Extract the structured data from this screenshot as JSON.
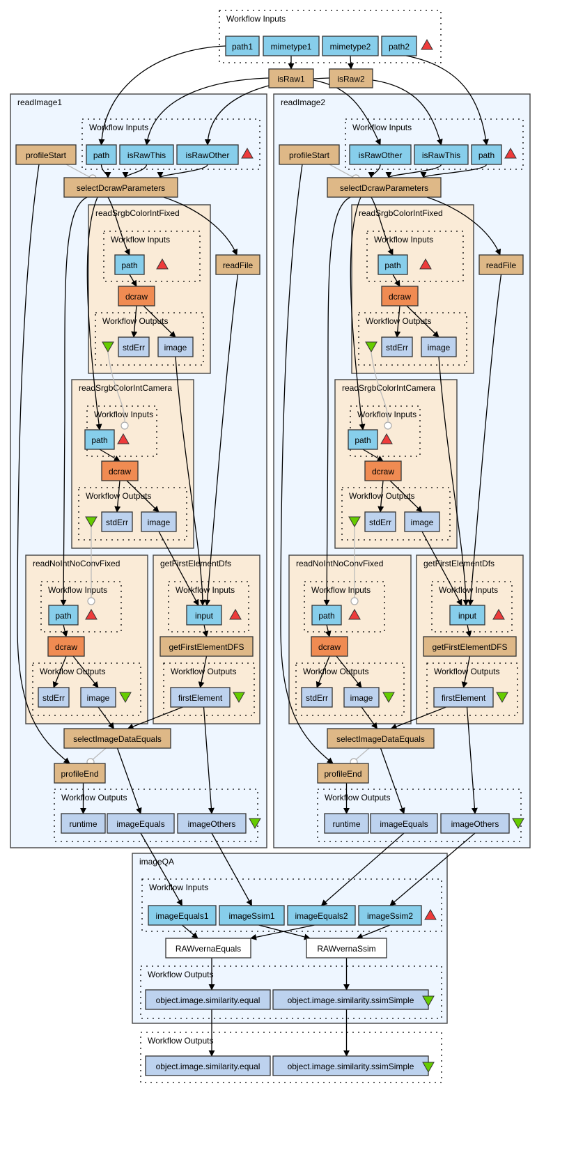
{
  "diagram": {
    "top_inputs": {
      "title": "Workflow Inputs",
      "nodes": [
        "path1",
        "mimetype1",
        "mimetype2",
        "path2"
      ]
    },
    "top_steps": [
      "isRaw1",
      "isRaw2"
    ],
    "readImage1": {
      "title": "readImage1",
      "inputs_title": "Workflow Inputs",
      "inputs": [
        "path",
        "isRawThis",
        "isRawOther"
      ],
      "profileStart": "profileStart",
      "selectDcrawParameters": "selectDcrawParameters",
      "readFile": "readFile",
      "readSrgbColorIntFixed": {
        "title": "readSrgbColorIntFixed",
        "inputs_title": "Workflow Inputs",
        "input": "path",
        "tool": "dcraw",
        "outputs_title": "Workflow Outputs",
        "outputs": [
          "stdErr",
          "image"
        ]
      },
      "readSrgbColorIntCamera": {
        "title": "readSrgbColorIntCamera",
        "inputs_title": "Workflow Inputs",
        "input": "path",
        "tool": "dcraw",
        "outputs_title": "Workflow Outputs",
        "outputs": [
          "stdErr",
          "image"
        ]
      },
      "readNoIntNoConvFixed": {
        "title": "readNoIntNoConvFixed",
        "inputs_title": "Workflow Inputs",
        "input": "path",
        "tool": "dcraw",
        "outputs_title": "Workflow Outputs",
        "outputs": [
          "stdErr",
          "image"
        ]
      },
      "getFirstElementDfs": {
        "title": "getFirstElementDfs",
        "inputs_title": "Workflow Inputs",
        "input": "input",
        "tool": "getFirstElementDFS",
        "outputs_title": "Workflow Outputs",
        "outputs": [
          "firstElement"
        ]
      },
      "selectImageDataEquals": "selectImageDataEquals",
      "profileEnd": "profileEnd",
      "outputs_title": "Workflow Outputs",
      "outputs": [
        "runtime",
        "imageEquals",
        "imageOthers"
      ]
    },
    "readImage2": {
      "title": "readImage2",
      "inputs_title": "Workflow Inputs",
      "inputs": [
        "isRawOther",
        "isRawThis",
        "path"
      ],
      "profileStart": "profileStart",
      "selectDcrawParameters": "selectDcrawParameters",
      "readFile": "readFile",
      "readSrgbColorIntFixed": {
        "title": "readSrgbColorIntFixed",
        "inputs_title": "Workflow Inputs",
        "input": "path",
        "tool": "dcraw",
        "outputs_title": "Workflow Outputs",
        "outputs": [
          "stdErr",
          "image"
        ]
      },
      "readSrgbColorIntCamera": {
        "title": "readSrgbColorIntCamera",
        "inputs_title": "Workflow Inputs",
        "input": "path",
        "tool": "dcraw",
        "outputs_title": "Workflow Outputs",
        "outputs": [
          "stdErr",
          "image"
        ]
      },
      "readNoIntNoConvFixed": {
        "title": "readNoIntNoConvFixed",
        "inputs_title": "Workflow Inputs",
        "input": "path",
        "tool": "dcraw",
        "outputs_title": "Workflow Outputs",
        "outputs": [
          "stdErr",
          "image"
        ]
      },
      "getFirstElementDfs": {
        "title": "getFirstElementDfs",
        "inputs_title": "Workflow Inputs",
        "input": "input",
        "tool": "getFirstElementDFS",
        "outputs_title": "Workflow Outputs",
        "outputs": [
          "firstElement"
        ]
      },
      "selectImageDataEquals": "selectImageDataEquals",
      "profileEnd": "profileEnd",
      "outputs_title": "Workflow Outputs",
      "outputs": [
        "runtime",
        "imageEquals",
        "imageOthers"
      ]
    },
    "imageQA": {
      "title": "imageQA",
      "inputs_title": "Workflow Inputs",
      "inputs": [
        "imageEquals1",
        "imageSsim1",
        "imageEquals2",
        "imageSsim2"
      ],
      "steps": [
        "RAWvernaEquals",
        "RAWvernaSsim"
      ],
      "outputs_title": "Workflow Outputs",
      "outputs": [
        "object.image.similarity.equal",
        "object.image.similarity.ssimSimple"
      ]
    },
    "bottom_outputs": {
      "title": "Workflow Outputs",
      "nodes": [
        "object.image.similarity.equal",
        "object.image.similarity.ssimSimple"
      ]
    },
    "colors": {
      "input_node": "#87ceeb",
      "output_node": "#bdd2ee",
      "step_node": "#deb887",
      "tool_node": "#f08b52",
      "subworkflow_bg": "#faebd7",
      "workflow_bg": "#eef6ff",
      "input_marker": "#ee3b3b",
      "output_marker": "#66cc00"
    }
  }
}
